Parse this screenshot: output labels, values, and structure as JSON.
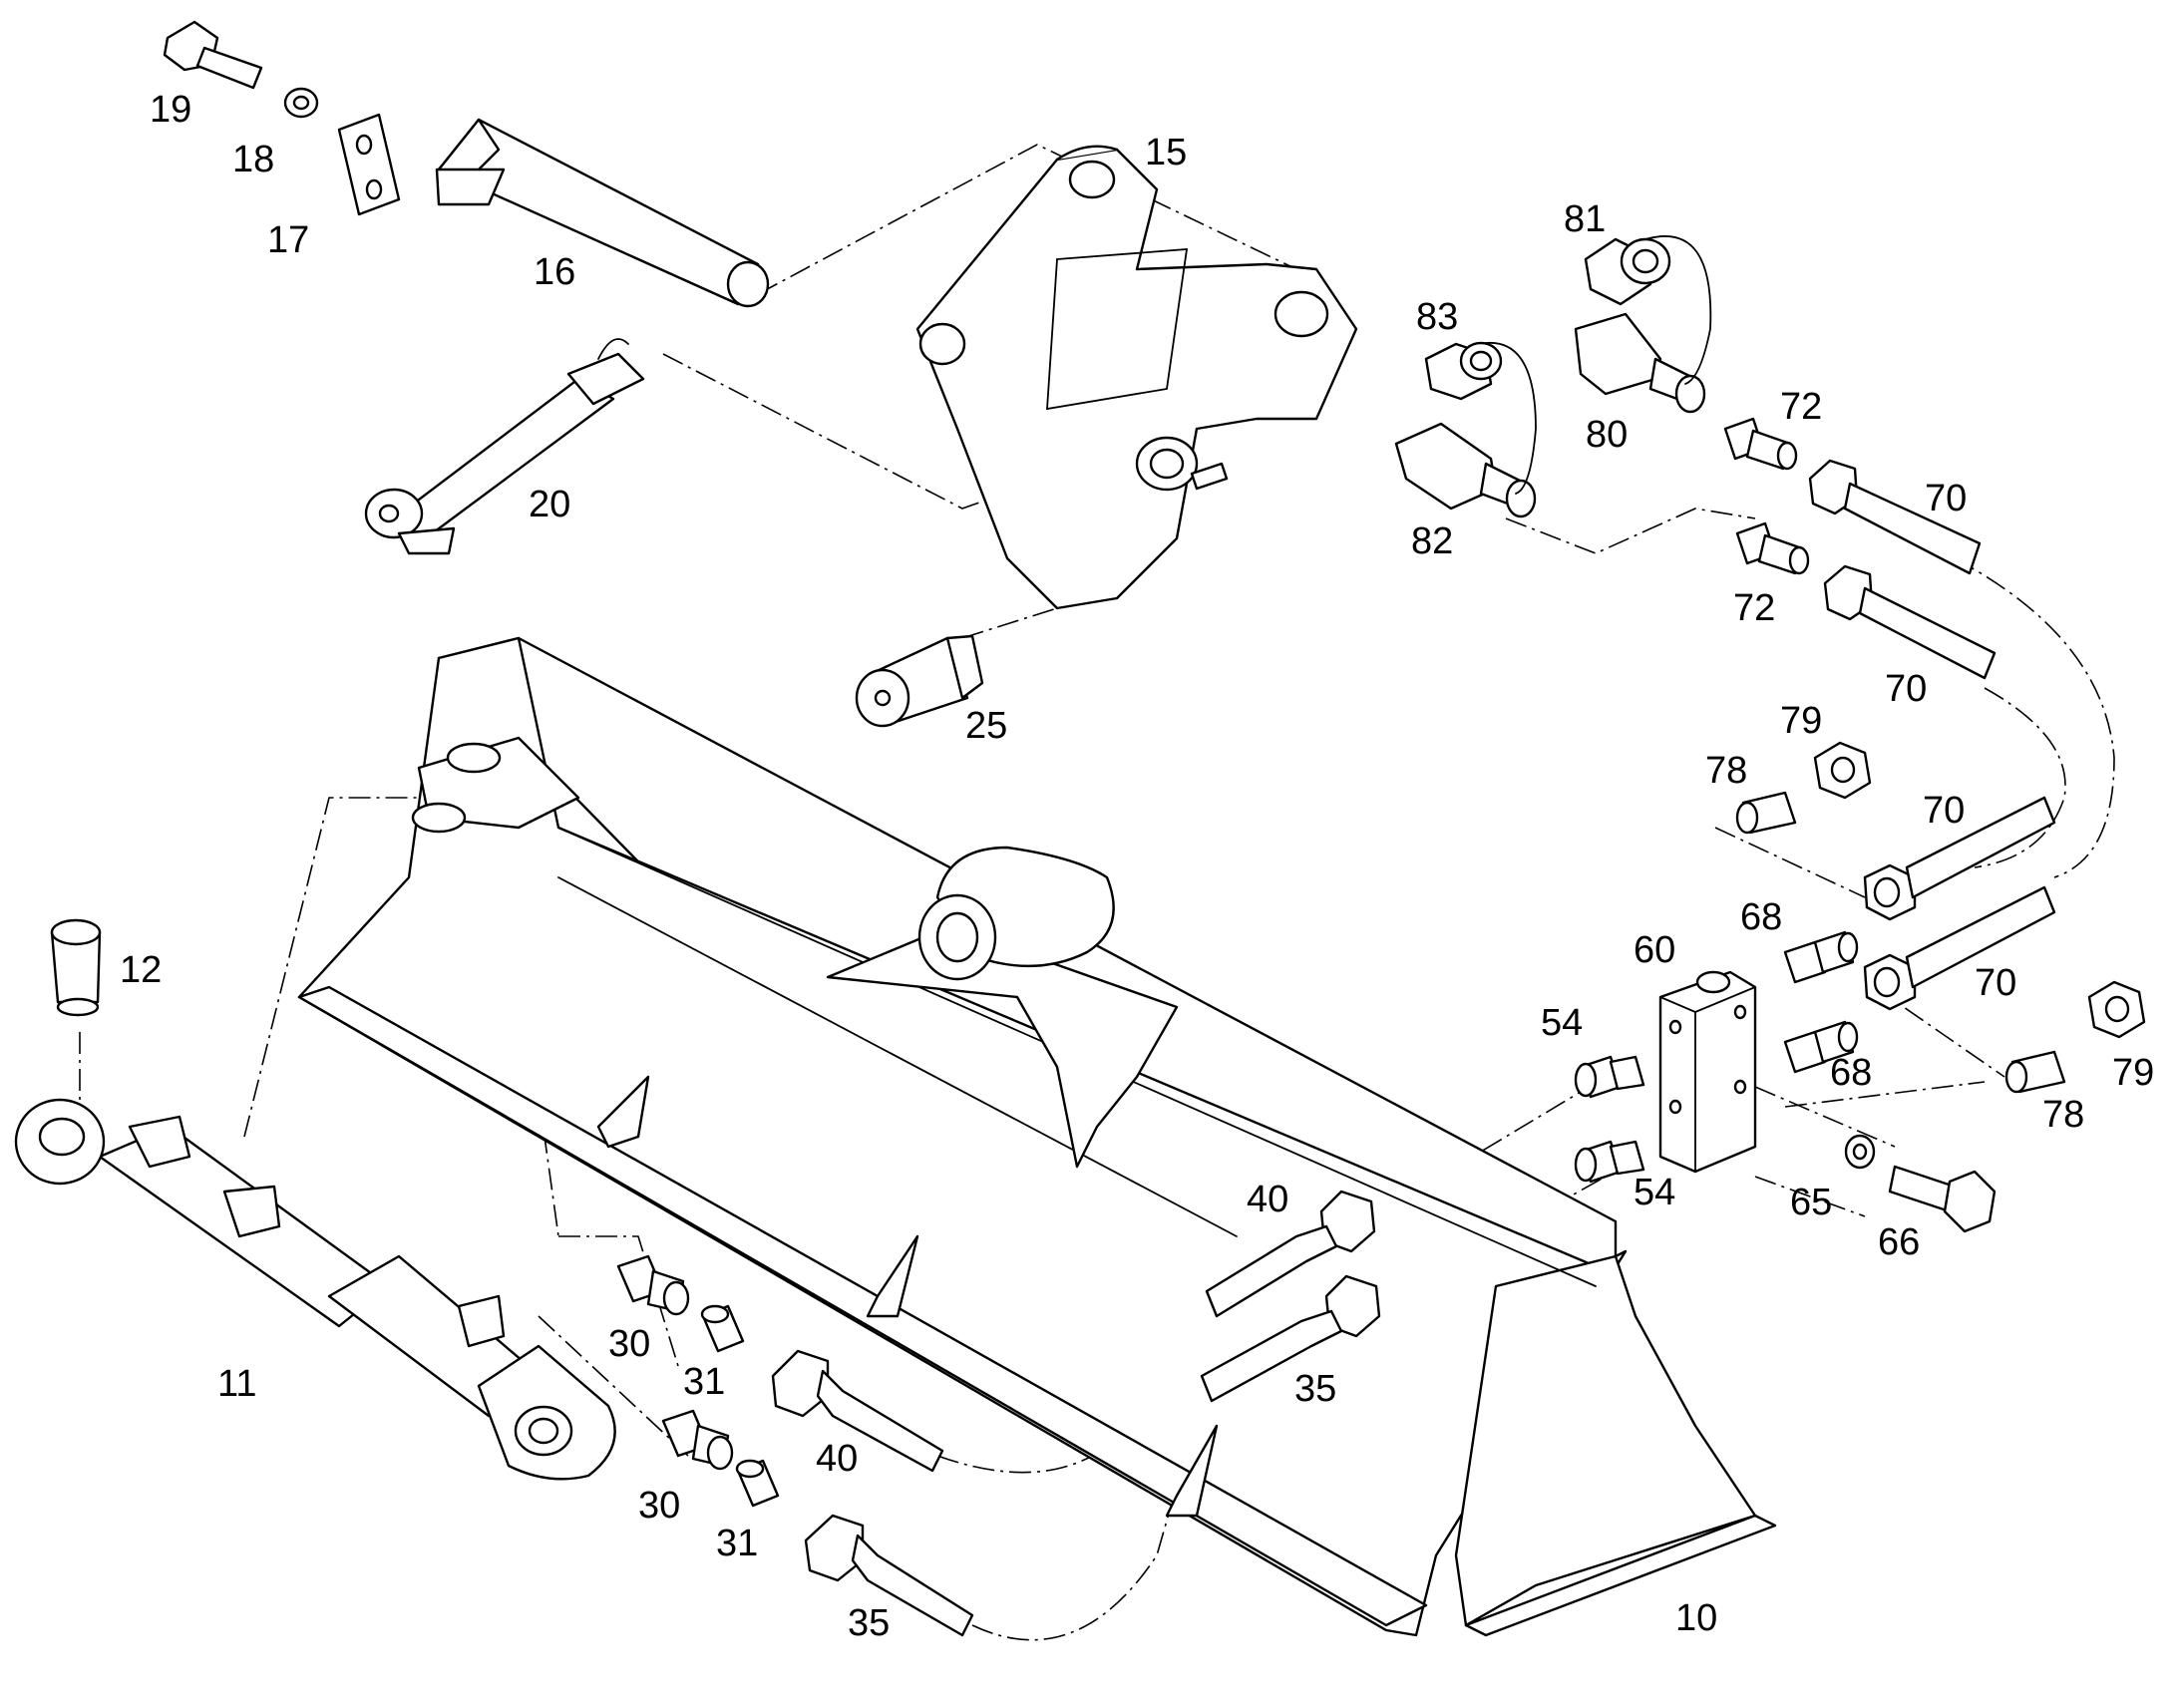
{
  "diagram": {
    "line_color": "#000000",
    "background": "#ffffff",
    "callouts": {
      "c10": "10",
      "c11": "11",
      "c12": "12",
      "c15": "15",
      "c16": "16",
      "c17": "17",
      "c18": "18",
      "c19": "19",
      "c20": "20",
      "c25": "25",
      "c30a": "30",
      "c30b": "30",
      "c31a": "31",
      "c31b": "31",
      "c35a": "35",
      "c35b": "35",
      "c40a": "40",
      "c40b": "40",
      "c54a": "54",
      "c54b": "54",
      "c60": "60",
      "c65": "65",
      "c66": "66",
      "c68a": "68",
      "c68b": "68",
      "c70a": "70",
      "c70b": "70",
      "c70c": "70",
      "c70d": "70",
      "c72a": "72",
      "c72b": "72",
      "c78a": "78",
      "c78b": "78",
      "c79a": "79",
      "c79b": "79",
      "c80": "80",
      "c81": "81",
      "c82": "82",
      "c83": "83"
    }
  }
}
